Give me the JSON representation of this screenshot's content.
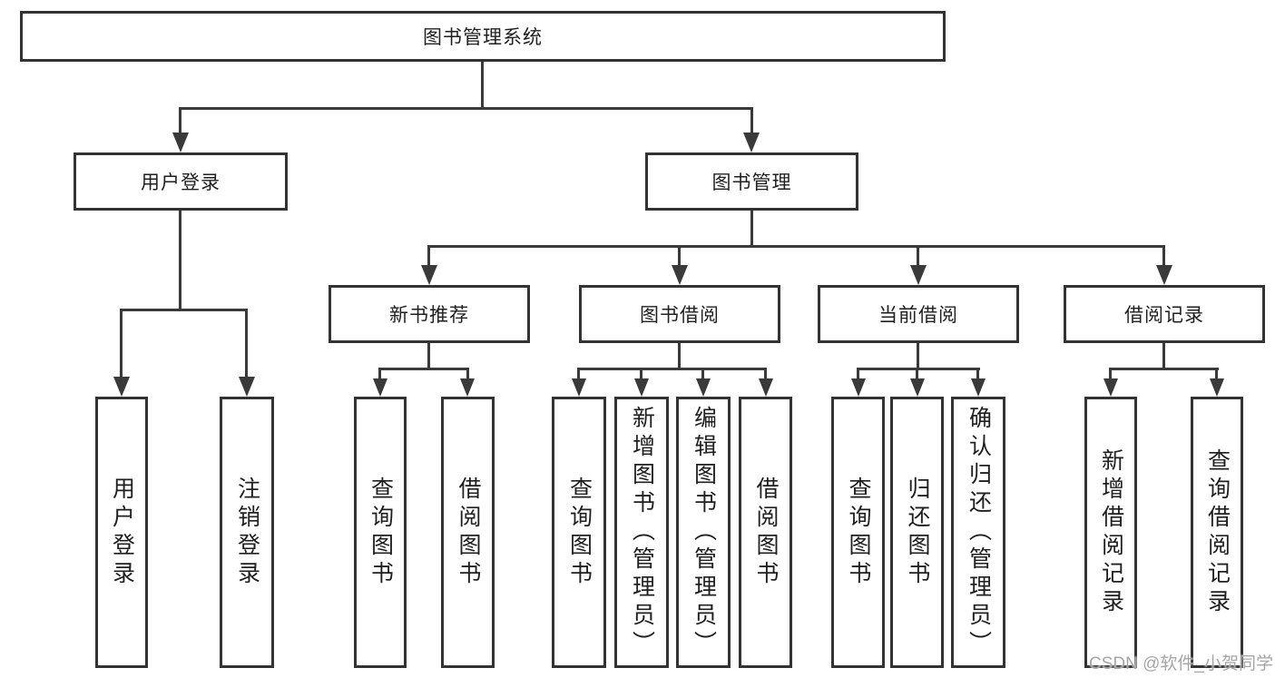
{
  "colors": {
    "line": "#3a3a3a",
    "box_border": "#333333",
    "text": "#1f1f1f",
    "watermark": "#a6a6a6",
    "background": "#ffffff"
  },
  "tree": {
    "root": {
      "label": "图书管理系统",
      "children": [
        {
          "label": "用户登录",
          "children": [
            {
              "label": "用户登录"
            },
            {
              "label": "注销登录"
            }
          ]
        },
        {
          "label": "图书管理",
          "children": [
            {
              "label": "新书推荐",
              "children": [
                {
                  "label": "查询图书"
                },
                {
                  "label": "借阅图书"
                }
              ]
            },
            {
              "label": "图书借阅",
              "children": [
                {
                  "label": "查询图书"
                },
                {
                  "label": "新增图书（管理员）"
                },
                {
                  "label": "编辑图书（管理员）"
                },
                {
                  "label": "借阅图书"
                }
              ]
            },
            {
              "label": "当前借阅",
              "children": [
                {
                  "label": "查询图书"
                },
                {
                  "label": "归还图书"
                },
                {
                  "label": "确认归还（管理员）"
                }
              ]
            },
            {
              "label": "借阅记录",
              "children": [
                {
                  "label": "新增借阅记录"
                },
                {
                  "label": "查询借阅记录"
                }
              ]
            }
          ]
        }
      ]
    }
  },
  "watermark": {
    "text": "CSDN @软件_小贺同学"
  }
}
